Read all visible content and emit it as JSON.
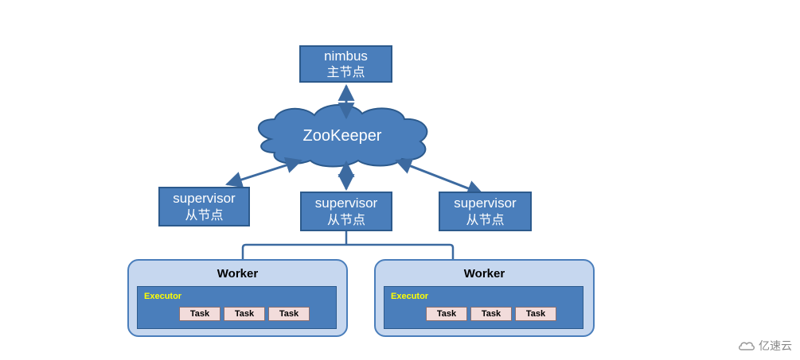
{
  "nimbus": {
    "name": "nimbus",
    "role": "主节点"
  },
  "zookeeper": {
    "label": "ZooKeeper"
  },
  "supervisors": [
    {
      "name": "supervisor",
      "role": "从节点"
    },
    {
      "name": "supervisor",
      "role": "从节点"
    },
    {
      "name": "supervisor",
      "role": "从节点"
    }
  ],
  "workers": [
    {
      "title": "Worker",
      "executor": "Executor",
      "tasks": [
        "Task",
        "Task",
        "Task"
      ]
    },
    {
      "title": "Worker",
      "executor": "Executor",
      "tasks": [
        "Task",
        "Task",
        "Task"
      ]
    }
  ],
  "watermark": {
    "text": "亿速云"
  },
  "colors": {
    "box": "#4a7ebb",
    "worker": "#c6d7ef",
    "task": "#f2dcdb",
    "executor_label": "#ffff00",
    "arrow": "#3c6aa0"
  }
}
